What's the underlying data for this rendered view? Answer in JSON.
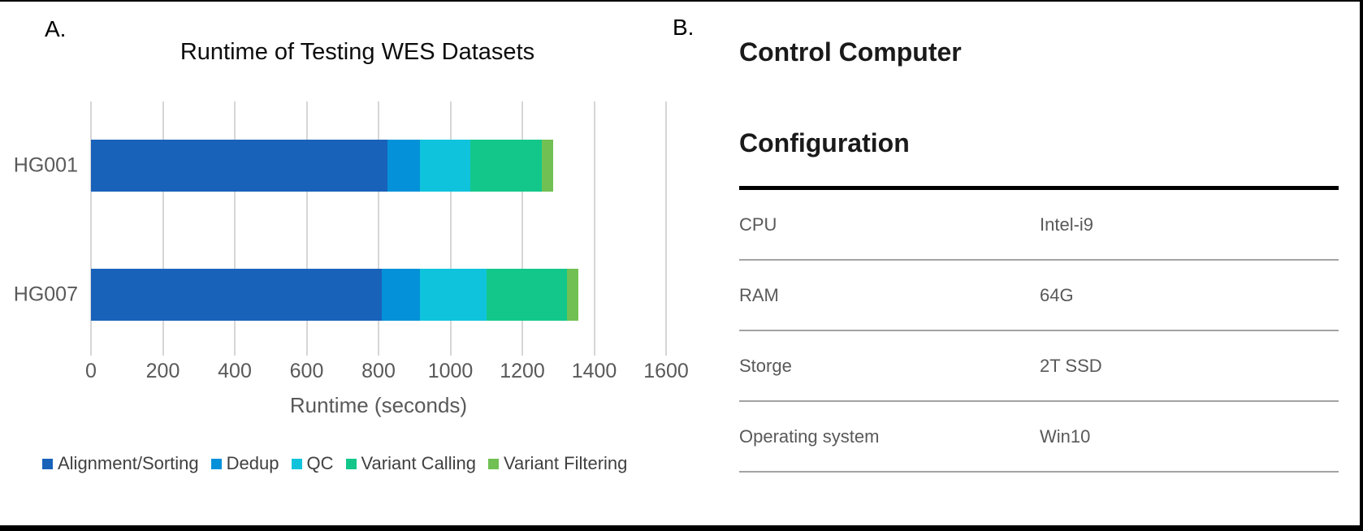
{
  "panel_a": {
    "label": "A."
  },
  "chart_data": {
    "type": "bar",
    "variant": "horizontal-stacked",
    "title": "Runtime of Testing WES Datasets",
    "xlabel": "Runtime (seconds)",
    "categories": [
      "HG001",
      "HG007"
    ],
    "series": [
      {
        "name": "Alignment/Sorting",
        "color": "#1962B9",
        "values": [
          825,
          810
        ]
      },
      {
        "name": "Dedup",
        "color": "#0591D9",
        "values": [
          90,
          105
        ]
      },
      {
        "name": "QC",
        "color": "#10C3DC",
        "values": [
          140,
          185
        ]
      },
      {
        "name": "Variant Calling",
        "color": "#13C78B",
        "values": [
          200,
          225
        ]
      },
      {
        "name": "Variant Filtering",
        "color": "#70C053",
        "values": [
          30,
          30
        ]
      }
    ],
    "totals": {
      "HG001": 1285,
      "HG007": 1355
    },
    "xlim": [
      0,
      1600
    ],
    "x_ticks": [
      0,
      200,
      400,
      600,
      800,
      1000,
      1200,
      1400,
      1600
    ],
    "grid": true,
    "legend_position": "bottom",
    "colors": {
      "gridline": "#d6d6d6",
      "axis_text": "#595959",
      "legend_text": "#404040"
    }
  },
  "panel_b": {
    "label": "B.",
    "heading_line1": "Control Computer",
    "heading_line2": "Configuration",
    "table": {
      "rows": [
        {
          "label": "CPU",
          "value": "Intel-i9"
        },
        {
          "label": "RAM",
          "value": "64G"
        },
        {
          "label": "Storge",
          "value": "2T SSD"
        },
        {
          "label": "Operating system",
          "value": "Win10"
        }
      ]
    }
  }
}
